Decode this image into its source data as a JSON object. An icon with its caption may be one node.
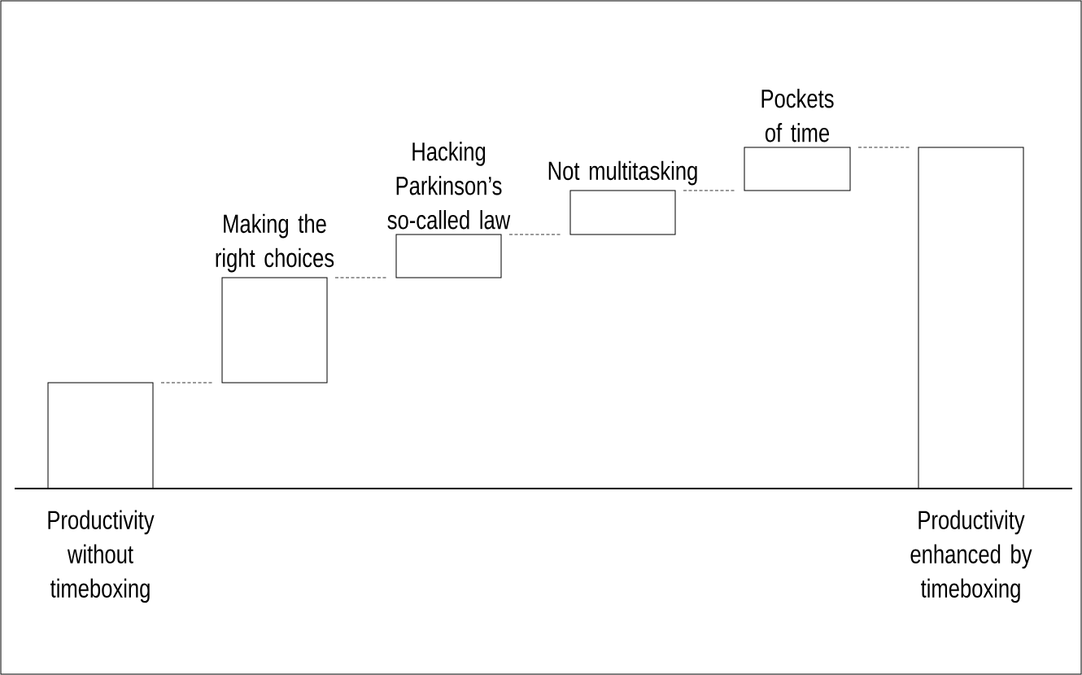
{
  "diagram": {
    "nodes": [
      {
        "text": [
          "Productivity without timeboxing"
        ]
      },
      {
        "text": [
          "Making the right choices"
        ]
      },
      {
        "text": [
          "Hacking Parkinson’s so-called law"
        ]
      },
      {
        "text": [
          "Not multitasking"
        ]
      },
      {
        "text": [
          "Pockets of time"
        ]
      },
      {
        "text": [
          "Productivity enhanced by timeboxing"
        ]
      }
    ],
    "edges": [
      {
        "from": 0,
        "to": 1,
        "arrow": "none",
        "style": "dashed"
      },
      {
        "from": 1,
        "to": 2,
        "arrow": "none",
        "style": "dashed"
      },
      {
        "from": 2,
        "to": 3,
        "arrow": "none",
        "style": "dashed"
      },
      {
        "from": 3,
        "to": 4,
        "arrow": "none",
        "style": "dashed"
      },
      {
        "from": 4,
        "to": 5,
        "arrow": "none",
        "style": "dashed"
      }
    ]
  }
}
